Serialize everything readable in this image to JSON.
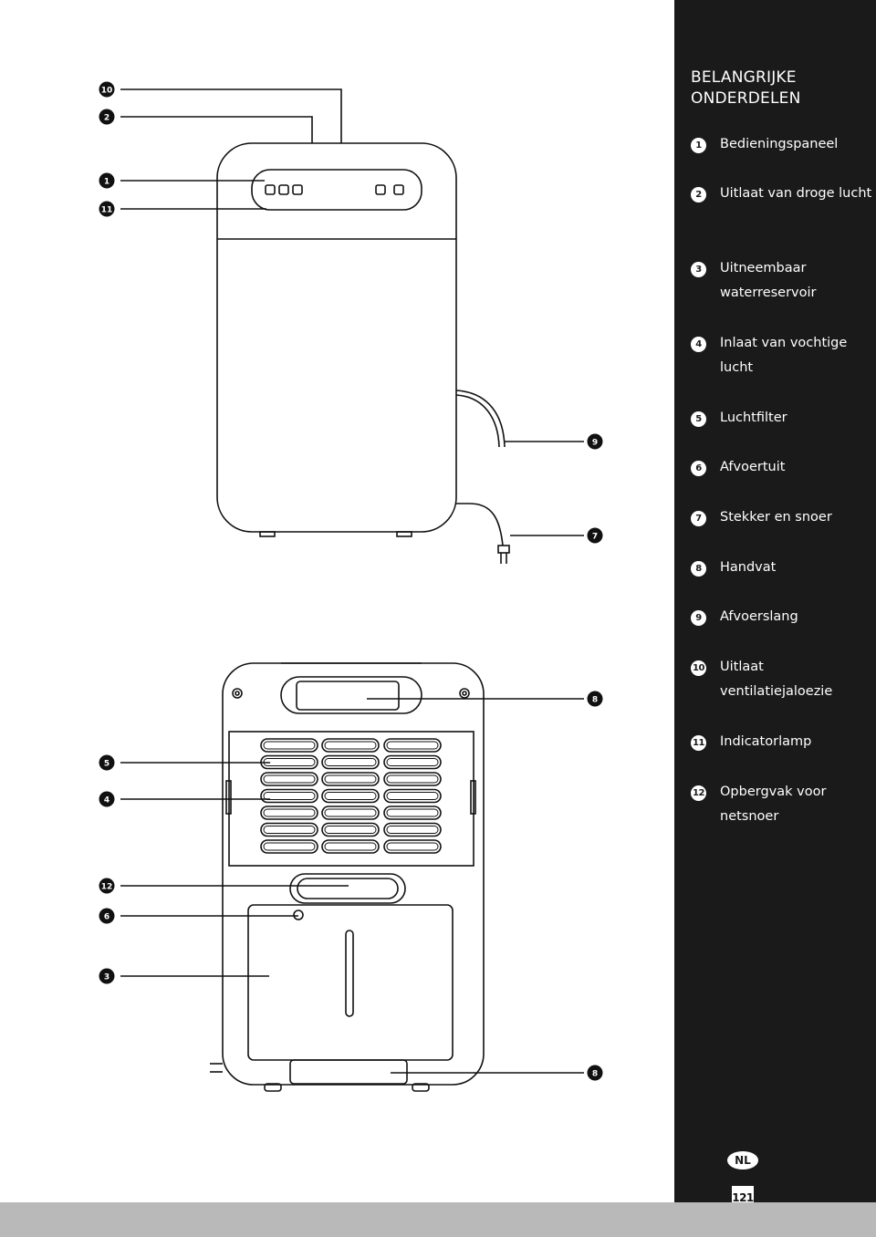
{
  "panel": {
    "title_line1": "BELANGRIJKE",
    "title_line2": "ONDERDELEN",
    "items": [
      {
        "num": "1",
        "label": "Bedieningspaneel"
      },
      {
        "num": "2",
        "label": "Uitlaat van droge lucht"
      },
      {
        "num": "3",
        "label": "Uitneembaar waterreservoir"
      },
      {
        "num": "4",
        "label": "Inlaat van vochtige lucht"
      },
      {
        "num": "5",
        "label": "Luchtfilter"
      },
      {
        "num": "6",
        "label": "Afvoertuit"
      },
      {
        "num": "7",
        "label": "Stekker en snoer"
      },
      {
        "num": "8",
        "label": "Handvat"
      },
      {
        "num": "9",
        "label": "Afvoerslang"
      },
      {
        "num": "10",
        "label": "Uitlaat ventilatiejaloezie"
      },
      {
        "num": "11",
        "label": "Indicatorlamp"
      },
      {
        "num": "12",
        "label": "Opbergvak voor netsnoer"
      }
    ]
  },
  "callouts": {
    "front": [
      "10",
      "2",
      "1",
      "11",
      "9",
      "7"
    ],
    "back": [
      "8",
      "5",
      "4",
      "12",
      "6",
      "3",
      "8"
    ]
  },
  "footer": {
    "language_badge": "NL",
    "page_number": "121"
  }
}
